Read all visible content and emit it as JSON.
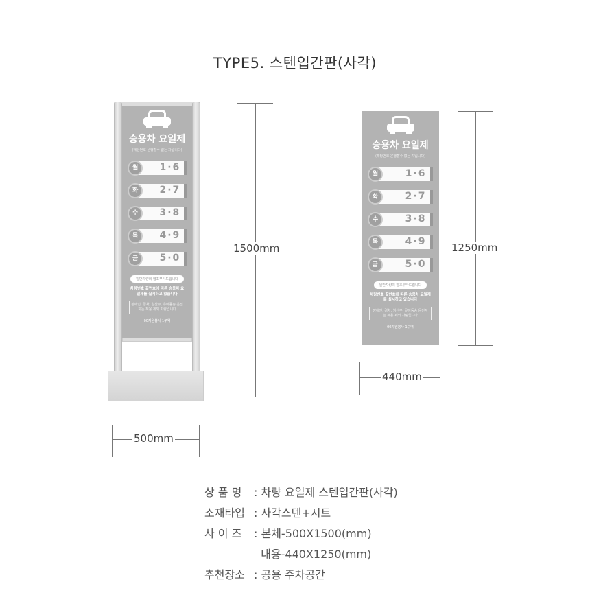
{
  "title": "TYPE5. 스텐입간판(사각)",
  "sign": {
    "heading": "승용차 요일제",
    "subtitle": "(해당번호 운행할수 없는 차입니다)",
    "days": [
      {
        "day": "월",
        "numbers": "1·6"
      },
      {
        "day": "화",
        "numbers": "2·7"
      },
      {
        "day": "수",
        "numbers": "3·8"
      },
      {
        "day": "목",
        "numbers": "4·9"
      },
      {
        "day": "금",
        "numbers": "5·0"
      }
    ],
    "pill": "일반차량의 협조부탁드립니다",
    "notice": "차량번호 끝번호에 따른 승용차 요일제를 실시하고 있습니다",
    "exceptions": "장애인, 경차, 임산부, 유아동승 운전자는 적용 제외 차량입니다",
    "footer": "00자원봉사 1구역",
    "panel_color": "#b3b3b3"
  },
  "dimensions": {
    "stand_height": "1500mm",
    "stand_width": "500mm",
    "sheet_height": "1250mm",
    "sheet_width": "440mm"
  },
  "specs": [
    {
      "key": "상 품 명",
      "value": "차량 요일제 스텐입간판(사각)"
    },
    {
      "key": "소재타입",
      "value": "사각스텐+시트"
    },
    {
      "key": "사 이 즈",
      "value": "본체-500X1500(mm)"
    },
    {
      "key": "",
      "value": "내용-440X1250(mm)"
    },
    {
      "key": "추천장소",
      "value": "공용 주차공간"
    }
  ]
}
